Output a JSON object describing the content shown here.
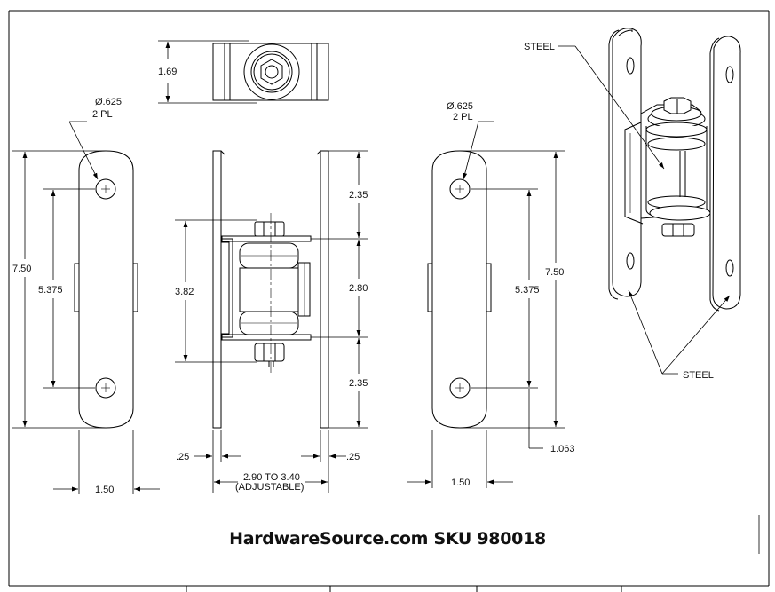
{
  "dimensions": {
    "top_view_width": "1.69",
    "hole_diameter_left": "Ø.625",
    "hole_count_left": "2 PL",
    "hole_diameter_right": "Ø.625",
    "hole_count_right": "2 PL",
    "overall_length_left": "7.50",
    "hole_spacing_left": "5.375",
    "plate_width_left": "1.50",
    "barrel_height": "3.82",
    "upper_offset": "2.35",
    "middle_gap": "2.80",
    "lower_offset": "2.35",
    "plate_thickness_left": ".25",
    "plate_thickness_right": ".25",
    "plate_spread": "2.90 TO 3.40",
    "plate_spread_note": "(ADJUSTABLE)",
    "hole_spacing_right": "5.375",
    "overall_length_right": "7.50",
    "plate_width_right": "1.50",
    "edge_offset": "1.063"
  },
  "callouts": {
    "material_top": "STEEL",
    "material_bottom": "STEEL"
  },
  "footer": {
    "sku_text": "HardwareSource.com SKU 980018"
  }
}
